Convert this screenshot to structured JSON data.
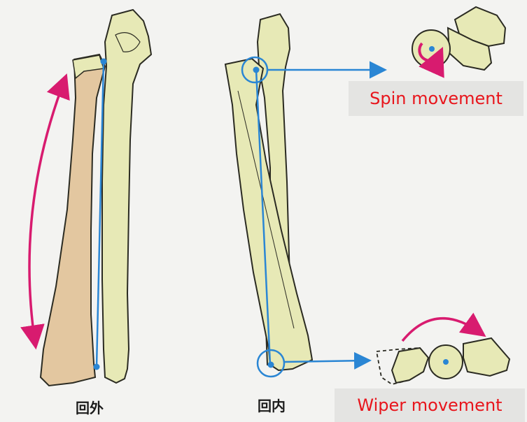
{
  "labels": {
    "supination": "回外",
    "pronation": "回内",
    "spin": "Spin movement",
    "wiper": "Wiper movement"
  },
  "colors": {
    "bone": "#e7e9b6",
    "bone_outline": "#2b2b22",
    "radius_shade": "#e3c7a0",
    "axis_line": "#2a86d4",
    "motion_arrow": "#d81b6f",
    "caption_text": "#e8151c",
    "caption_bg": "#e4e4e2"
  }
}
